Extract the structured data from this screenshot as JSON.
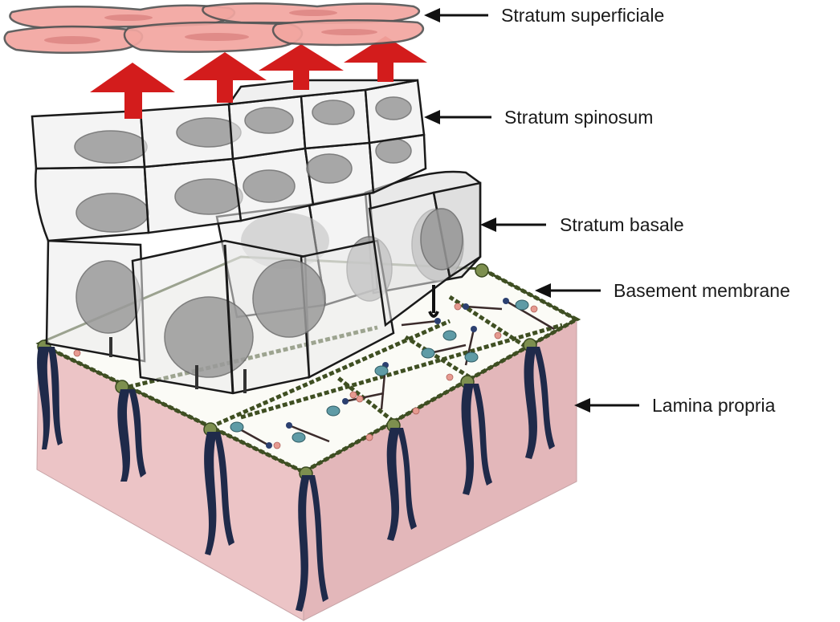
{
  "labels": {
    "superficiale": "Stratum superficiale",
    "spinosum": "Stratum spinosum",
    "basale": "Stratum basale",
    "basement": "Basement membrane",
    "lamina": "Lamina propria"
  },
  "colors": {
    "superficial_cells": "#f2a6a0",
    "cell_arrows": "#d31c1c",
    "lamina_propria": "#ecc4c6",
    "fibers": "#1f2a4a",
    "basement_membrane_edge": "#3f4f22"
  }
}
